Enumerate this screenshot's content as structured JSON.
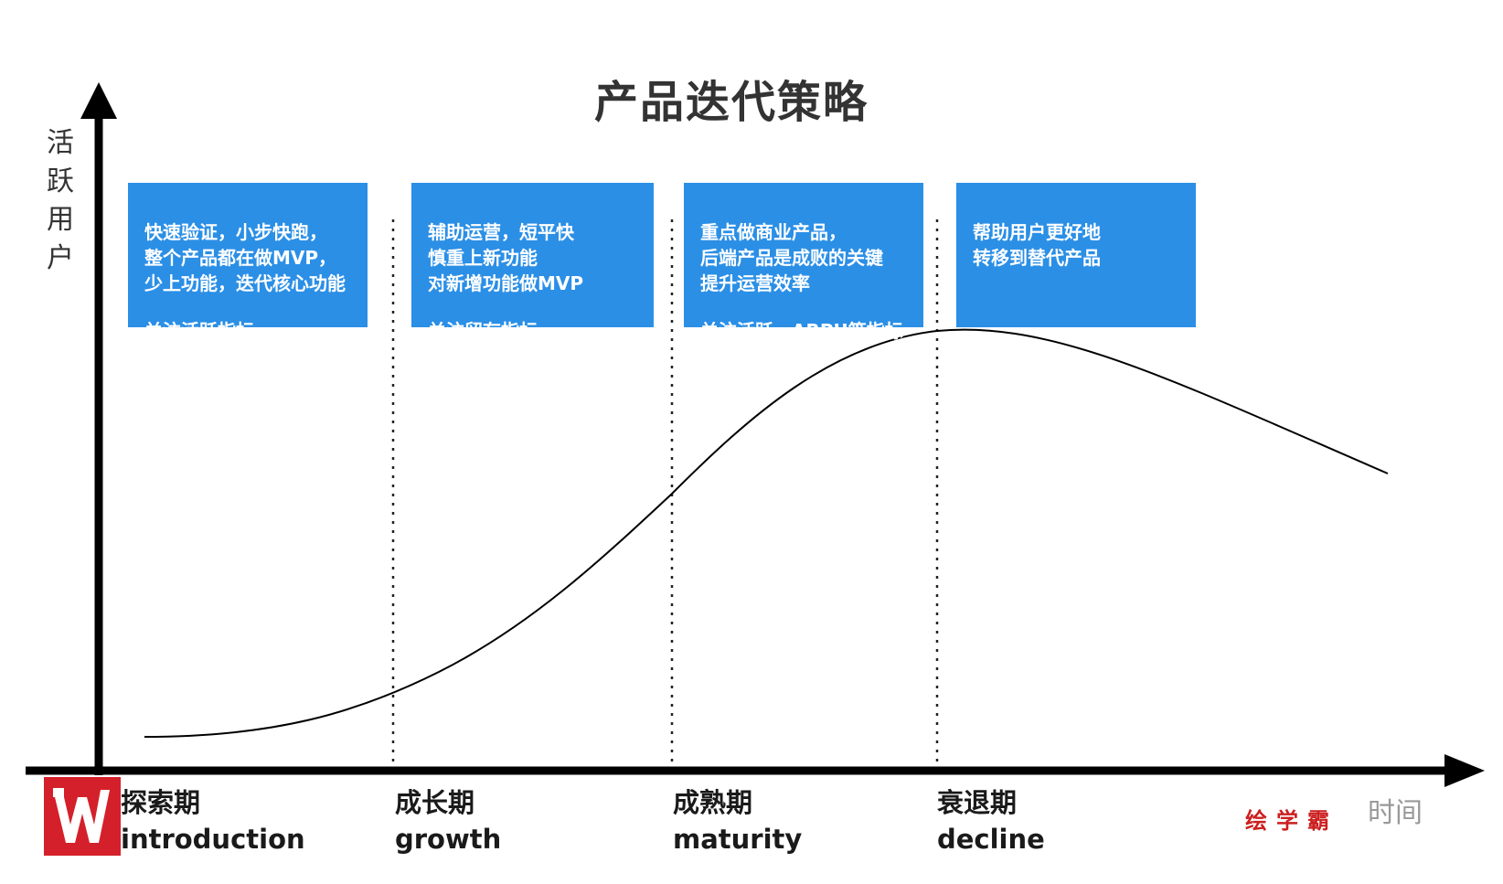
{
  "title": "产品迭代策略",
  "y_axis_label": "活跃用户",
  "x_axis_label": "时间",
  "brand": "绘学霸",
  "colors": {
    "box_fill": "#2b8fe6",
    "box_text": "#ffffff",
    "axis": "#000000",
    "curve": "#000000",
    "logo": "#d4202a",
    "brand": "#cc1f1f"
  },
  "phases": [
    {
      "name_zh": "探索期",
      "name_en": "introduction",
      "strategy": "快速验证，小步快跑，\n整个产品都在做MVP，\n少上功能，迭代核心功能",
      "focus": "关注活跃指标"
    },
    {
      "name_zh": "成长期",
      "name_en": "growth",
      "strategy": "辅助运营，短平快\n慎重上新功能\n对新增功能做MVP",
      "focus": "关注留存指标"
    },
    {
      "name_zh": "成熟期",
      "name_en": "maturity",
      "strategy": "重点做商业产品，\n后端产品是成败的关键\n提升运营效率",
      "focus": "关注活跃、ARPU等指标"
    },
    {
      "name_zh": "衰退期",
      "name_en": "decline",
      "strategy": "帮助用户更好地\n转移到替代产品",
      "focus": ""
    }
  ]
}
